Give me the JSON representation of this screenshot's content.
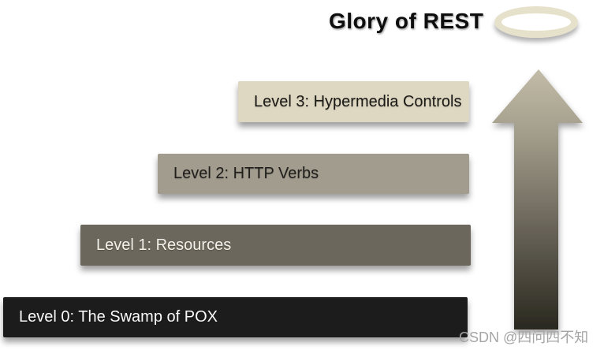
{
  "title": {
    "text": "Glory of REST"
  },
  "diagram": {
    "name": "rest-maturity-model",
    "levels": [
      {
        "id": "level-3",
        "label": "Level 3: Hypermedia Controls",
        "bg": "#ded8c2",
        "fg": "#1b1a16"
      },
      {
        "id": "level-2",
        "label": "Level 2: HTTP Verbs",
        "bg": "#a29c8f",
        "fg": "#201f1b"
      },
      {
        "id": "level-1",
        "label": "Level 1: Resources",
        "bg": "#6b675c",
        "fg": "#f2f1ea"
      },
      {
        "id": "level-0",
        "label": "Level 0: The Swamp of POX",
        "bg": "#1c1c1c",
        "fg": "#fafafa"
      }
    ],
    "arrow": {
      "direction": "up",
      "gradient_top": "#c1bba8",
      "gradient_mid": "#a39d8b",
      "gradient_low": "#676257",
      "gradient_bottom": "#29281f"
    },
    "halo": {
      "color": "#e6e1cb"
    }
  },
  "watermark": {
    "text": "CSDN @四问四不知",
    "color": "#a5a5a5"
  }
}
